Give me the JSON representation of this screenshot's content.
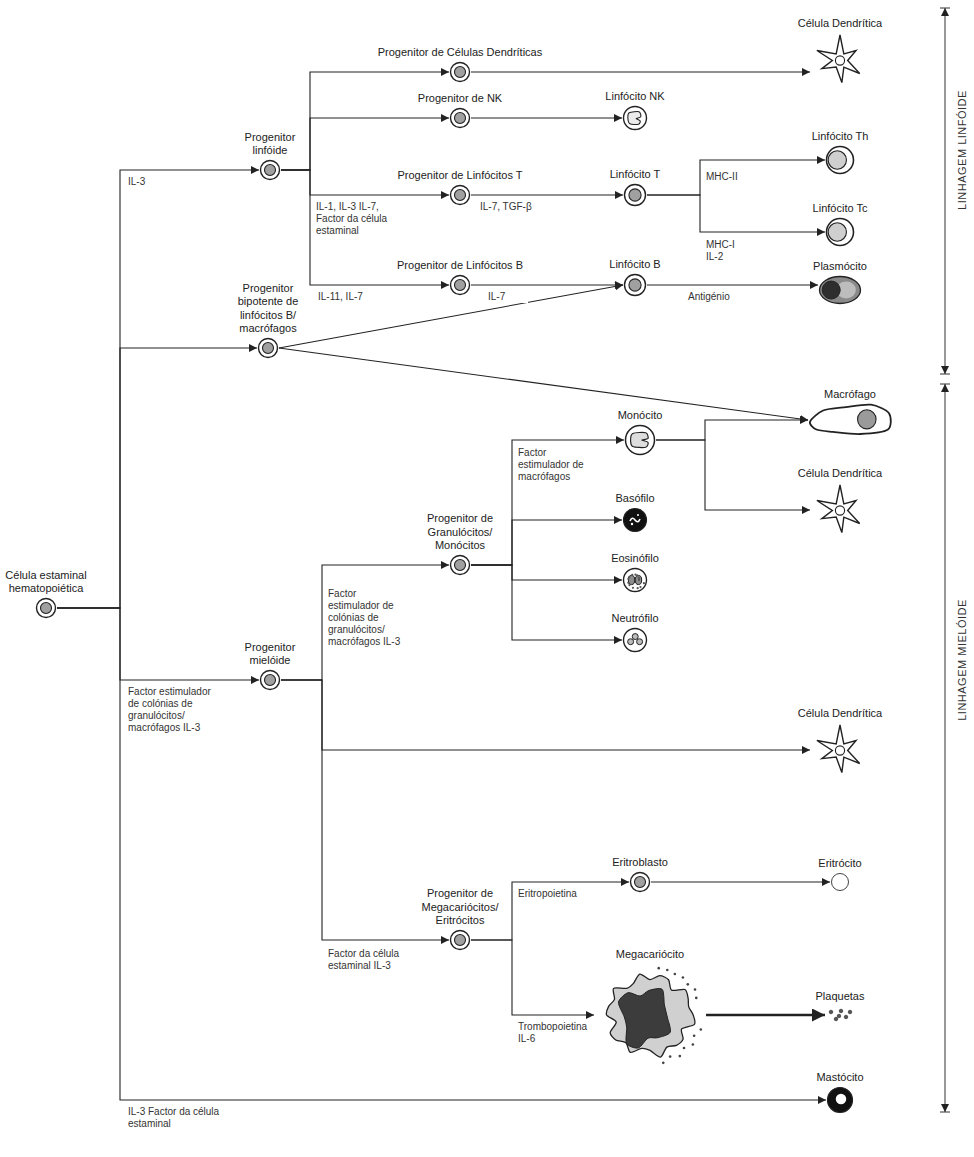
{
  "diagram": {
    "nodes": [
      {
        "text": [
          "Célula estaminal hematopoiética"
        ]
      },
      {
        "text": [
          "Progenitor linfóide"
        ]
      },
      {
        "text": [
          "Progenitor bipotente de linfócitos B/ macrófagos"
        ]
      },
      {
        "text": [
          "Progenitor de Células Dendríticas"
        ]
      },
      {
        "text": [
          "Progenitor de NK"
        ]
      },
      {
        "text": [
          "Progenitor de Linfócitos T"
        ]
      },
      {
        "text": [
          "Progenitor de Linfócitos B"
        ]
      },
      {
        "text": [
          "Linfócito NK"
        ]
      },
      {
        "text": [
          "Linfócito T"
        ]
      },
      {
        "text": [
          "Linfócito B"
        ]
      },
      {
        "text": [
          "Célula Dendrítica"
        ]
      },
      {
        "text": [
          "Linfócito Th"
        ]
      },
      {
        "text": [
          "Linfócito Tc"
        ]
      },
      {
        "text": [
          "Plasmócito"
        ]
      },
      {
        "text": [
          "Macrófago"
        ]
      },
      {
        "text": [
          "Monócito"
        ]
      },
      {
        "text": [
          "Célula Dendrítica"
        ]
      },
      {
        "text": [
          "Progenitor de Granulócitos/ Monócitos"
        ]
      },
      {
        "text": [
          "Basófilo"
        ]
      },
      {
        "text": [
          "Eosinófilo"
        ]
      },
      {
        "text": [
          "Neutrófilo"
        ]
      },
      {
        "text": [
          "Progenitor mielóide"
        ]
      },
      {
        "text": [
          "Célula Dendrítica"
        ]
      },
      {
        "text": [
          "Progenitor de Megacariócitos/ Eritrócitos"
        ]
      },
      {
        "text": [
          "Eritroblasto"
        ]
      },
      {
        "text": [
          "Eritrócito"
        ]
      },
      {
        "text": [
          "Megacariócito"
        ]
      },
      {
        "text": [
          "Plaquetas"
        ]
      },
      {
        "text": [
          "Mastócito"
        ]
      }
    ],
    "edges": [
      {
        "from": 0,
        "to": 1,
        "label": "IL-3",
        "arrow": "to"
      },
      {
        "from": 0,
        "to": 2,
        "arrow": "to"
      },
      {
        "from": 0,
        "to": 21,
        "label": "Factor estimulador de colónias de granulócitos/ macrófagos IL-3",
        "arrow": "to"
      },
      {
        "from": 0,
        "to": 28,
        "label": "IL-3 Factor da célula estaminal",
        "arrow": "to"
      },
      {
        "from": 1,
        "to": 3,
        "arrow": "to"
      },
      {
        "from": 1,
        "to": 4,
        "arrow": "to"
      },
      {
        "from": 1,
        "to": 5,
        "label": "IL-1, IL-3 IL-7, Factor da célula estaminal",
        "arrow": "to"
      },
      {
        "from": 1,
        "to": 6,
        "label": "IL-11, IL-7",
        "arrow": "to"
      },
      {
        "from": 2,
        "to": 9,
        "arrow": "to"
      },
      {
        "from": 2,
        "to": 14,
        "arrow": "to"
      },
      {
        "from": 3,
        "to": 10,
        "arrow": "to"
      },
      {
        "from": 4,
        "to": 7,
        "arrow": "to"
      },
      {
        "from": 5,
        "to": 8,
        "label": "IL-7, TGF-β",
        "arrow": "to"
      },
      {
        "from": 6,
        "to": 9,
        "label": "IL-7",
        "arrow": "to"
      },
      {
        "from": 8,
        "to": 11,
        "label": "MHC-II",
        "arrow": "to"
      },
      {
        "from": 8,
        "to": 12,
        "label": "MHC-I IL-2",
        "arrow": "to"
      },
      {
        "from": 9,
        "to": 13,
        "label": "Antigénio",
        "arrow": "to"
      },
      {
        "from": 15,
        "to": 14,
        "arrow": "to"
      },
      {
        "from": 15,
        "to": 16,
        "arrow": "to"
      },
      {
        "from": 17,
        "to": 15,
        "label": "Factor estimulador de macrófagos",
        "arrow": "to"
      },
      {
        "from": 17,
        "to": 18,
        "arrow": "to"
      },
      {
        "from": 17,
        "to": 19,
        "arrow": "to"
      },
      {
        "from": 17,
        "to": 20,
        "arrow": "to"
      },
      {
        "from": 21,
        "to": 17,
        "label": "Factor estimulador de colónias de granulócitos/ macrófagos IL-3",
        "arrow": "to"
      },
      {
        "from": 21,
        "to": 22,
        "arrow": "to"
      },
      {
        "from": 21,
        "to": 23,
        "label": "Factor da célula estaminal IL-3",
        "arrow": "to"
      },
      {
        "from": 23,
        "to": 24,
        "label": "Eritropoietina",
        "arrow": "to"
      },
      {
        "from": 23,
        "to": 26,
        "label": "Trombopoietina IL-6",
        "arrow": "to"
      },
      {
        "from": 24,
        "to": 25,
        "arrow": "to"
      },
      {
        "from": 26,
        "to": 27,
        "arrow": "to"
      }
    ],
    "labels": [
      "LINHAGEM LINFÓIDE",
      "LINHAGEM MIELÓIDE"
    ]
  }
}
